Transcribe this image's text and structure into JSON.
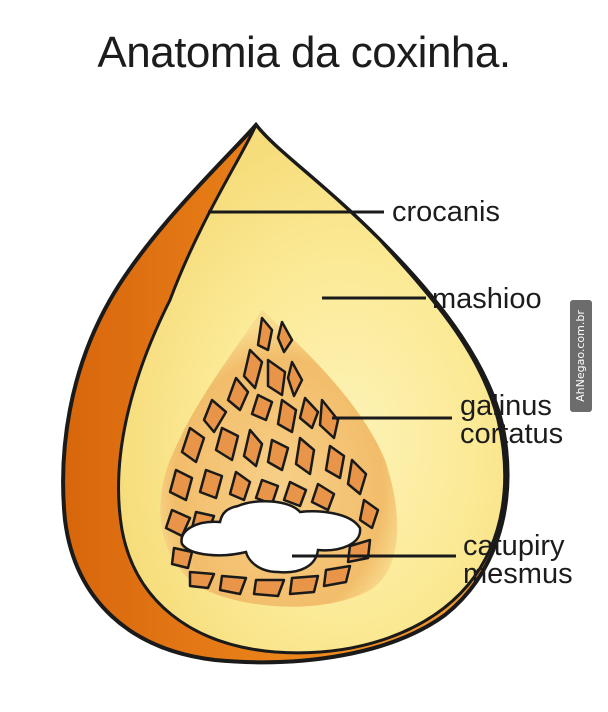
{
  "title": "Anatomia da coxinha.",
  "labels": {
    "crocanis": "crocanis",
    "mashioo": "mashioo",
    "galinus": [
      "galinus",
      "cortatus"
    ],
    "catupiry": [
      "catupiry",
      "mesmus"
    ]
  },
  "watermark": "AhNegao.com.br",
  "colors": {
    "crust": "#e8841a",
    "dough": "#fbe99a",
    "filling": "#e89a48",
    "catupiry": "#ffffff",
    "outline": "#1a1a1a"
  }
}
